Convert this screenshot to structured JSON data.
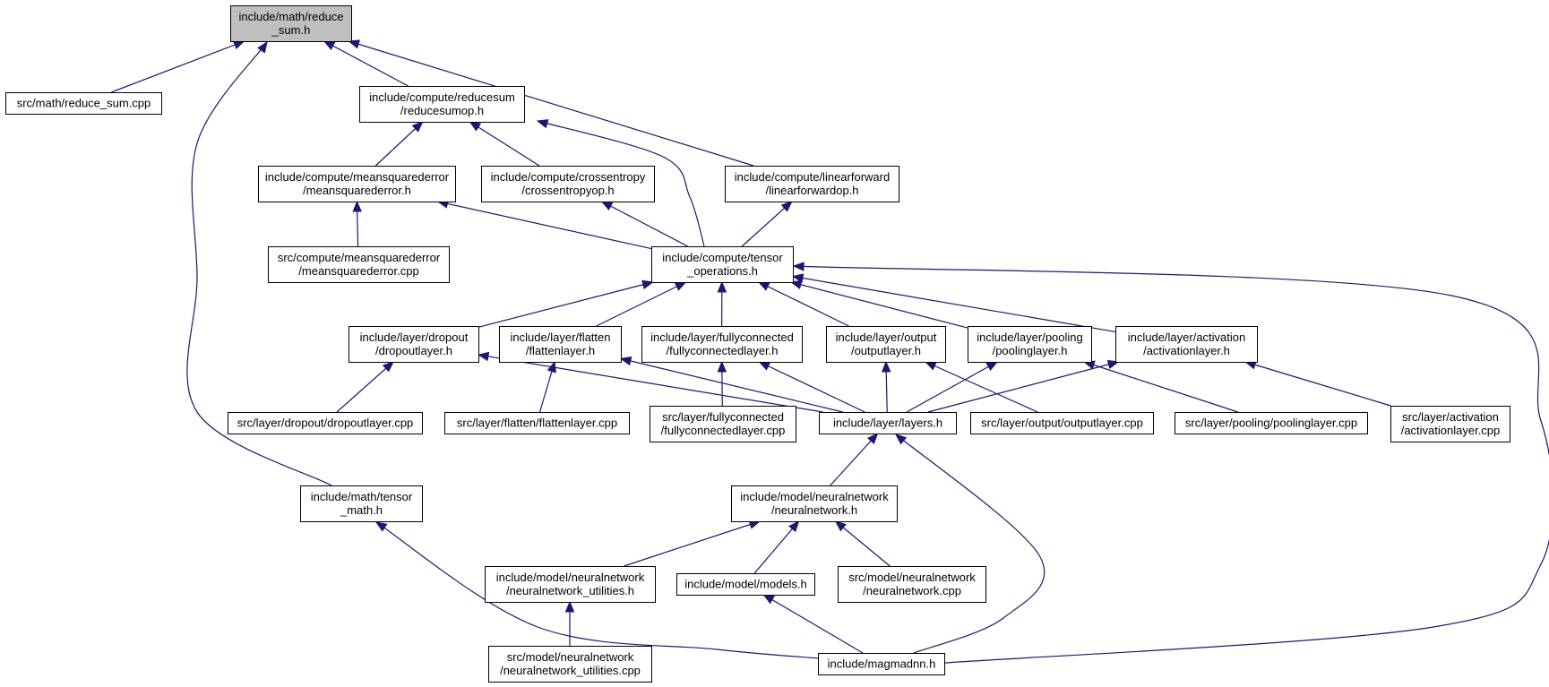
{
  "diagram": {
    "colors": {
      "edge": "#191970",
      "node_border": "#000000",
      "node_fill": "#ffffff",
      "node_highlight_fill": "#bfbfbf",
      "text": "#000000"
    },
    "nodes": [
      {
        "id": "reduce_sum_h",
        "lines": [
          "include/math/reduce",
          "_sum.h"
        ],
        "highlight": true
      },
      {
        "id": "reduce_sum_cpp",
        "lines": [
          "src/math/reduce_sum.cpp"
        ]
      },
      {
        "id": "reducesumop_h",
        "lines": [
          "include/compute/reducesum",
          "/reducesumop.h"
        ]
      },
      {
        "id": "meansquarederror_h",
        "lines": [
          "include/compute/meansquarederror",
          "/meansquarederror.h"
        ]
      },
      {
        "id": "crossentropyop_h",
        "lines": [
          "include/compute/crossentropy",
          "/crossentropyop.h"
        ]
      },
      {
        "id": "linearforwardop_h",
        "lines": [
          "include/compute/linearforward",
          "/linearforwardop.h"
        ]
      },
      {
        "id": "meansquarederror_cpp",
        "lines": [
          "src/compute/meansquarederror",
          "/meansquarederror.cpp"
        ]
      },
      {
        "id": "tensor_operations_h",
        "lines": [
          "include/compute/tensor",
          "_operations.h"
        ]
      },
      {
        "id": "dropoutlayer_h",
        "lines": [
          "include/layer/dropout",
          "/dropoutlayer.h"
        ]
      },
      {
        "id": "flattenlayer_h",
        "lines": [
          "include/layer/flatten",
          "/flattenlayer.h"
        ]
      },
      {
        "id": "fullyconnectedlayer_h",
        "lines": [
          "include/layer/fullyconnected",
          "/fullyconnectedlayer.h"
        ]
      },
      {
        "id": "outputlayer_h",
        "lines": [
          "include/layer/output",
          "/outputlayer.h"
        ]
      },
      {
        "id": "poolinglayer_h",
        "lines": [
          "include/layer/pooling",
          "/poolinglayer.h"
        ]
      },
      {
        "id": "activationlayer_h",
        "lines": [
          "include/layer/activation",
          "/activationlayer.h"
        ]
      },
      {
        "id": "dropoutlayer_cpp",
        "lines": [
          "src/layer/dropout/dropoutlayer.cpp"
        ]
      },
      {
        "id": "flattenlayer_cpp",
        "lines": [
          "src/layer/flatten/flattenlayer.cpp"
        ]
      },
      {
        "id": "fullyconnectedlayer_cpp",
        "lines": [
          "src/layer/fullyconnected",
          "/fullyconnectedlayer.cpp"
        ]
      },
      {
        "id": "layers_h",
        "lines": [
          "include/layer/layers.h"
        ]
      },
      {
        "id": "outputlayer_cpp",
        "lines": [
          "src/layer/output/outputlayer.cpp"
        ]
      },
      {
        "id": "poolinglayer_cpp",
        "lines": [
          "src/layer/pooling/poolinglayer.cpp"
        ]
      },
      {
        "id": "activationlayer_cpp",
        "lines": [
          "src/layer/activation",
          "/activationlayer.cpp"
        ]
      },
      {
        "id": "tensor_math_h",
        "lines": [
          "include/math/tensor",
          "_math.h"
        ]
      },
      {
        "id": "neuralnetwork_h",
        "lines": [
          "include/model/neuralnetwork",
          "/neuralnetwork.h"
        ]
      },
      {
        "id": "neuralnetwork_utilities_h",
        "lines": [
          "include/model/neuralnetwork",
          "/neuralnetwork_utilities.h"
        ]
      },
      {
        "id": "models_h",
        "lines": [
          "include/model/models.h"
        ]
      },
      {
        "id": "neuralnetwork_cpp",
        "lines": [
          "src/model/neuralnetwork",
          "/neuralnetwork.cpp"
        ]
      },
      {
        "id": "neuralnetwork_utilities_cpp",
        "lines": [
          "src/model/neuralnetwork",
          "/neuralnetwork_utilities.cpp"
        ]
      },
      {
        "id": "magmadnn_h",
        "lines": [
          "include/magmadnn.h"
        ]
      }
    ],
    "edges": [
      {
        "from": "reduce_sum_cpp",
        "to": "reduce_sum_h"
      },
      {
        "from": "reducesumop_h",
        "to": "reduce_sum_h"
      },
      {
        "from": "linearforwardop_h",
        "to": "reduce_sum_h"
      },
      {
        "from": "tensor_math_h",
        "to": "reduce_sum_h"
      },
      {
        "from": "meansquarederror_h",
        "to": "reducesumop_h"
      },
      {
        "from": "crossentropyop_h",
        "to": "reducesumop_h"
      },
      {
        "from": "tensor_operations_h",
        "to": "reducesumop_h"
      },
      {
        "from": "meansquarederror_cpp",
        "to": "meansquarederror_h"
      },
      {
        "from": "tensor_operations_h",
        "to": "meansquarederror_h"
      },
      {
        "from": "tensor_operations_h",
        "to": "crossentropyop_h"
      },
      {
        "from": "tensor_operations_h",
        "to": "linearforwardop_h"
      },
      {
        "from": "dropoutlayer_h",
        "to": "tensor_operations_h"
      },
      {
        "from": "flattenlayer_h",
        "to": "tensor_operations_h"
      },
      {
        "from": "fullyconnectedlayer_h",
        "to": "tensor_operations_h"
      },
      {
        "from": "outputlayer_h",
        "to": "tensor_operations_h"
      },
      {
        "from": "poolinglayer_h",
        "to": "tensor_operations_h"
      },
      {
        "from": "activationlayer_h",
        "to": "tensor_operations_h"
      },
      {
        "from": "magmadnn_h",
        "to": "tensor_operations_h"
      },
      {
        "from": "dropoutlayer_cpp",
        "to": "dropoutlayer_h"
      },
      {
        "from": "layers_h",
        "to": "dropoutlayer_h"
      },
      {
        "from": "flattenlayer_cpp",
        "to": "flattenlayer_h"
      },
      {
        "from": "layers_h",
        "to": "flattenlayer_h"
      },
      {
        "from": "fullyconnectedlayer_cpp",
        "to": "fullyconnectedlayer_h"
      },
      {
        "from": "layers_h",
        "to": "fullyconnectedlayer_h"
      },
      {
        "from": "layers_h",
        "to": "outputlayer_h"
      },
      {
        "from": "outputlayer_cpp",
        "to": "outputlayer_h"
      },
      {
        "from": "layers_h",
        "to": "poolinglayer_h"
      },
      {
        "from": "poolinglayer_cpp",
        "to": "poolinglayer_h"
      },
      {
        "from": "layers_h",
        "to": "activationlayer_h"
      },
      {
        "from": "activationlayer_cpp",
        "to": "activationlayer_h"
      },
      {
        "from": "neuralnetwork_h",
        "to": "layers_h"
      },
      {
        "from": "magmadnn_h",
        "to": "layers_h"
      },
      {
        "from": "neuralnetwork_utilities_h",
        "to": "neuralnetwork_h"
      },
      {
        "from": "models_h",
        "to": "neuralnetwork_h"
      },
      {
        "from": "neuralnetwork_cpp",
        "to": "neuralnetwork_h"
      },
      {
        "from": "neuralnetwork_utilities_cpp",
        "to": "neuralnetwork_utilities_h"
      },
      {
        "from": "magmadnn_h",
        "to": "models_h"
      },
      {
        "from": "magmadnn_h",
        "to": "tensor_math_h"
      }
    ]
  }
}
